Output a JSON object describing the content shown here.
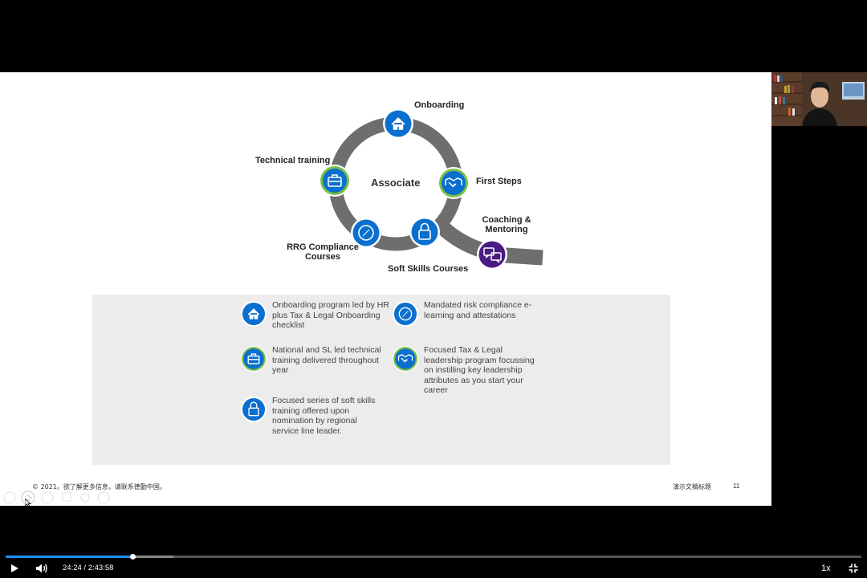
{
  "slide": {
    "diagram": {
      "center_label": "Associate",
      "labels": {
        "onboarding": "Onboarding",
        "technical_training": "Technical training",
        "first_steps": "First Steps",
        "coaching": "Coaching &\nMentoring",
        "rrg": "RRG Compliance\nCourses",
        "soft_skills": "Soft Skills Courses"
      },
      "colors": {
        "ring": "#6e6e6e",
        "node_blue": "#0a6fce",
        "node_green_ring": "#7ac143",
        "node_purple": "#4b1b84"
      }
    },
    "legend": {
      "items": [
        {
          "icon": "house-icon",
          "text": "Onboarding program led by HR plus Tax & Legal Onboarding checklist"
        },
        {
          "icon": "compass-icon",
          "text": "Mandated risk compliance e-learning and attestations"
        },
        {
          "icon": "briefcase-icon",
          "text": "National and SL led technical training delivered throughout year"
        },
        {
          "icon": "handshake-icon",
          "text": "Focused Tax & Legal leadership program focussing on instilling key leadership attributes as you start your career"
        },
        {
          "icon": "lock-icon",
          "text": "Focused series of soft skills training offered upon nomination by regional service line leader."
        }
      ]
    },
    "footer": {
      "copyright": "© 2021。欲了解更多信息，请联系德勤中国。",
      "deck_title": "演示文稿标题",
      "page_number": "11"
    }
  },
  "player": {
    "time_display": "24:24 / 2:43:58",
    "progress_fraction": 0.149,
    "buffered_fraction": 0.196,
    "speed_label": "1x",
    "accent": "#1e90ff"
  }
}
